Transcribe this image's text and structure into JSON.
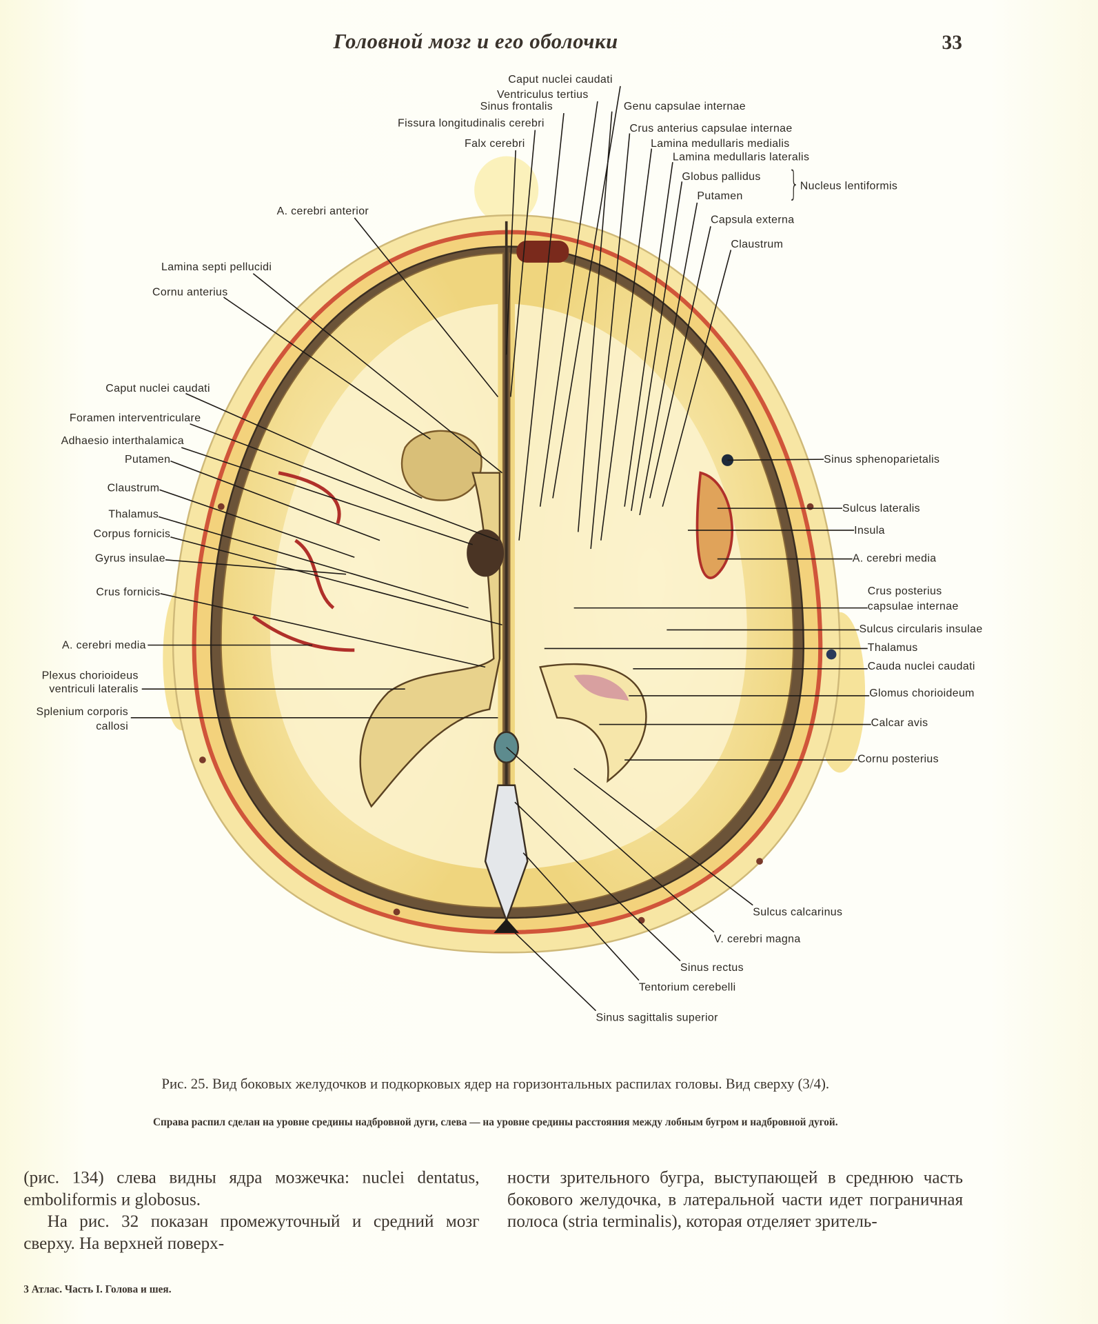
{
  "header": {
    "running_title": "Головной мозг и его оболочки",
    "page_number": "33"
  },
  "figure": {
    "top_labels": [
      "Caput nuclei caudati",
      "Ventriculus tertius",
      "Sinus frontalis",
      "Fissura longitudinalis cerebri",
      "Falx cerebri",
      "Genu capsulae internae",
      "Crus anterius capsulae internae",
      "Lamina medullaris medialis",
      "Lamina medullaris lateralis",
      "Globus pallidus",
      "Putamen",
      "Capsula externa",
      "Claustrum",
      "A. cerebri anterior"
    ],
    "group_label": "Nucleus lentiformis",
    "left_labels": [
      "Lamina septi pellucidi",
      "Cornu anterius",
      "Caput nuclei caudati",
      "Foramen interventriculare",
      "Adhaesio interthalamica",
      "Putamen",
      "Claustrum",
      "Thalamus",
      "Corpus fornicis",
      "Gyrus insulae",
      "Crus fornicis",
      "A. cerebri media",
      "Plexus chorioideus",
      "ventriculi lateralis",
      "Splenium corporis",
      "callosi"
    ],
    "right_labels": [
      "Sinus sphenoparietalis",
      "Sulcus lateralis",
      "Insula",
      "A. cerebri media",
      "Crus posterius",
      "capsulae internae",
      "Sulcus circularis insulae",
      "Thalamus",
      "Cauda nuclei caudati",
      "Glomus chorioideum",
      "Calcar avis",
      "Cornu posterius"
    ],
    "bottom_labels": [
      "Sulcus calcarinus",
      "V. cerebri magna",
      "Sinus rectus",
      "Tentorium cerebelli",
      "Sinus sagittalis superior"
    ]
  },
  "caption": {
    "title": "Рис. 25. Вид боковых желудочков и подкорковых ядер на горизонтальных распилах головы. Вид сверху (3/4).",
    "note": "Справа распил сделан на уровне средины надбровной дуги, слева — на уровне средины расстояния между лобным бугром и надбровной дугой."
  },
  "body": {
    "col1_p1": "(рис. 134) слева видны ядра мозжечка: nuclei dentatus, emboliformis и globosus.",
    "col1_p2": "На рис. 32 показан промежуточный и средний мозг сверху. На верхней поверх-",
    "col2_p1": "ности зрительного бугра, выступающей в среднюю часть бокового желудочка, в латеральной части идет пограничная полоса (stria terminalis), которая отделяет зритель-"
  },
  "footer": "3 Атлас. Часть I. Голова и шея."
}
